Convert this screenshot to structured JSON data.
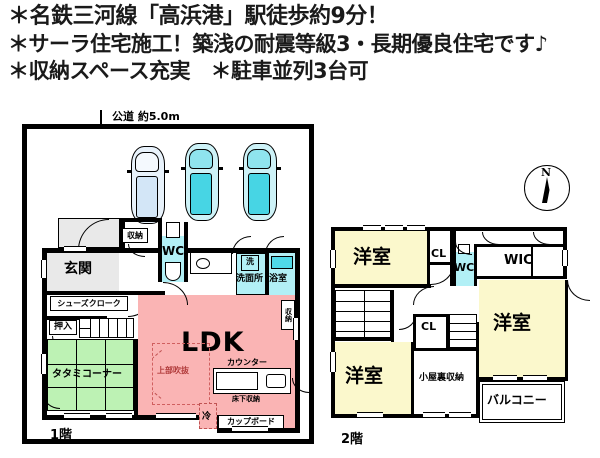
{
  "headlines": [
    "＊名鉄三河線「高浜港」駅徒歩約9分！",
    "＊サーラ住宅施工！築浅の耐震等級3・長期優良住宅です♪",
    "＊収納スペース充実　＊駐車並列3台可"
  ],
  "site": {
    "road_label": "公道 約5.0m",
    "parking_note": "駐車並列3台可",
    "cars": [
      "car-1",
      "car-2",
      "car-3"
    ]
  },
  "compass": {
    "north": "N",
    "icon": "compass-north-icon"
  },
  "floor1": {
    "caption": "1階",
    "rooms": [
      {
        "id": "genkan",
        "label": "玄関",
        "fill": "grey"
      },
      {
        "id": "shoes-cloak",
        "label": "シューズクローク",
        "fill": "white"
      },
      {
        "id": "oshiire",
        "label": "押入",
        "fill": "white"
      },
      {
        "id": "tatami",
        "label": "タタミコーナー",
        "fill": "green"
      },
      {
        "id": "ldk",
        "label": "LDK",
        "fill": "pink"
      },
      {
        "id": "void",
        "label": "上部吹抜",
        "fill": "pink"
      },
      {
        "id": "storage-ent",
        "label": "収納",
        "fill": "white"
      },
      {
        "id": "wc",
        "label": "WC",
        "fill": "cyan"
      },
      {
        "id": "senmenjo",
        "label": "洗面所",
        "fill": "cyan"
      },
      {
        "id": "washer",
        "label": "洗",
        "fill": "cyan"
      },
      {
        "id": "yokushitsu",
        "label": "浴室",
        "fill": "cyan"
      },
      {
        "id": "counter",
        "label": "カウンター",
        "fill": "white"
      },
      {
        "id": "yukashita",
        "label": "床下収納",
        "fill": "pink"
      },
      {
        "id": "cupboard",
        "label": "カップボード",
        "fill": "white"
      },
      {
        "id": "fridge",
        "label": "冷",
        "fill": "pink"
      },
      {
        "id": "storage-ldk",
        "label": "収納",
        "fill": "white"
      }
    ]
  },
  "floor2": {
    "caption": "2階",
    "rooms": [
      {
        "id": "yoshitsu-nw",
        "label": "洋室",
        "fill": "yellow"
      },
      {
        "id": "yoshitsu-sw",
        "label": "洋室",
        "fill": "yellow"
      },
      {
        "id": "yoshitsu-e",
        "label": "洋室",
        "fill": "yellow"
      },
      {
        "id": "cl-north",
        "label": "CL",
        "fill": "white"
      },
      {
        "id": "cl-center",
        "label": "CL",
        "fill": "white"
      },
      {
        "id": "wc",
        "label": "WC",
        "fill": "cyan"
      },
      {
        "id": "wic",
        "label": "WIC",
        "fill": "white"
      },
      {
        "id": "koyaura",
        "label": "小屋裏収納",
        "fill": "white"
      },
      {
        "id": "balcony",
        "label": "バルコニー",
        "fill": "white"
      }
    ]
  },
  "colors": {
    "ldk_pink": "#fab4b4",
    "tatami_green": "#bdf2b4",
    "water_cyan": "#b2f0f6",
    "room_yellow": "#fbf8cc",
    "entry_grey": "#e9e9e9",
    "wall_black": "#000000",
    "car_aqua": "#47d5e4"
  }
}
